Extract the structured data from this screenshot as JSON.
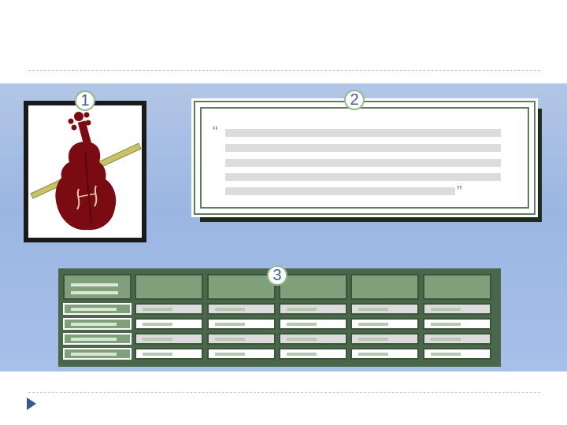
{
  "callouts": [
    {
      "number": "1",
      "target": "picture"
    },
    {
      "number": "2",
      "target": "quote"
    },
    {
      "number": "3",
      "target": "table"
    }
  ],
  "quote": {
    "open_mark": "“",
    "close_mark": "”"
  },
  "table": {
    "columns": 6,
    "header_rows": 1,
    "body_rows": 4
  },
  "colors": {
    "band": "#a3bde6",
    "violin": "#7a0b12",
    "bow": "#c8c36a",
    "table_green": "#7fa07a",
    "table_dark": "#4b674b",
    "badge_border": "#97b98a",
    "nav_arrow": "#3a5a8c"
  },
  "icons": {
    "picture": "violin-icon",
    "navigation": "play-triangle-icon"
  }
}
